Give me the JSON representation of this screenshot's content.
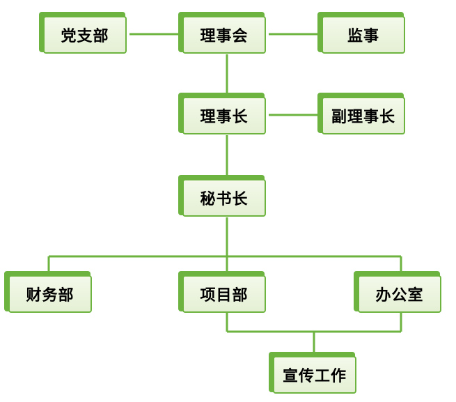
{
  "colors": {
    "accent": "#6db33f",
    "box_fill": "#e9f3dc",
    "text": "#000000"
  },
  "nodes": {
    "party_branch": "党支部",
    "council": "理事会",
    "supervisor": "监事",
    "chairman": "理事长",
    "vice_chairman": "副理事长",
    "secretary_general": "秘书长",
    "finance": "财务部",
    "projects": "项目部",
    "office": "办公室",
    "publicity": "宣传工作"
  }
}
